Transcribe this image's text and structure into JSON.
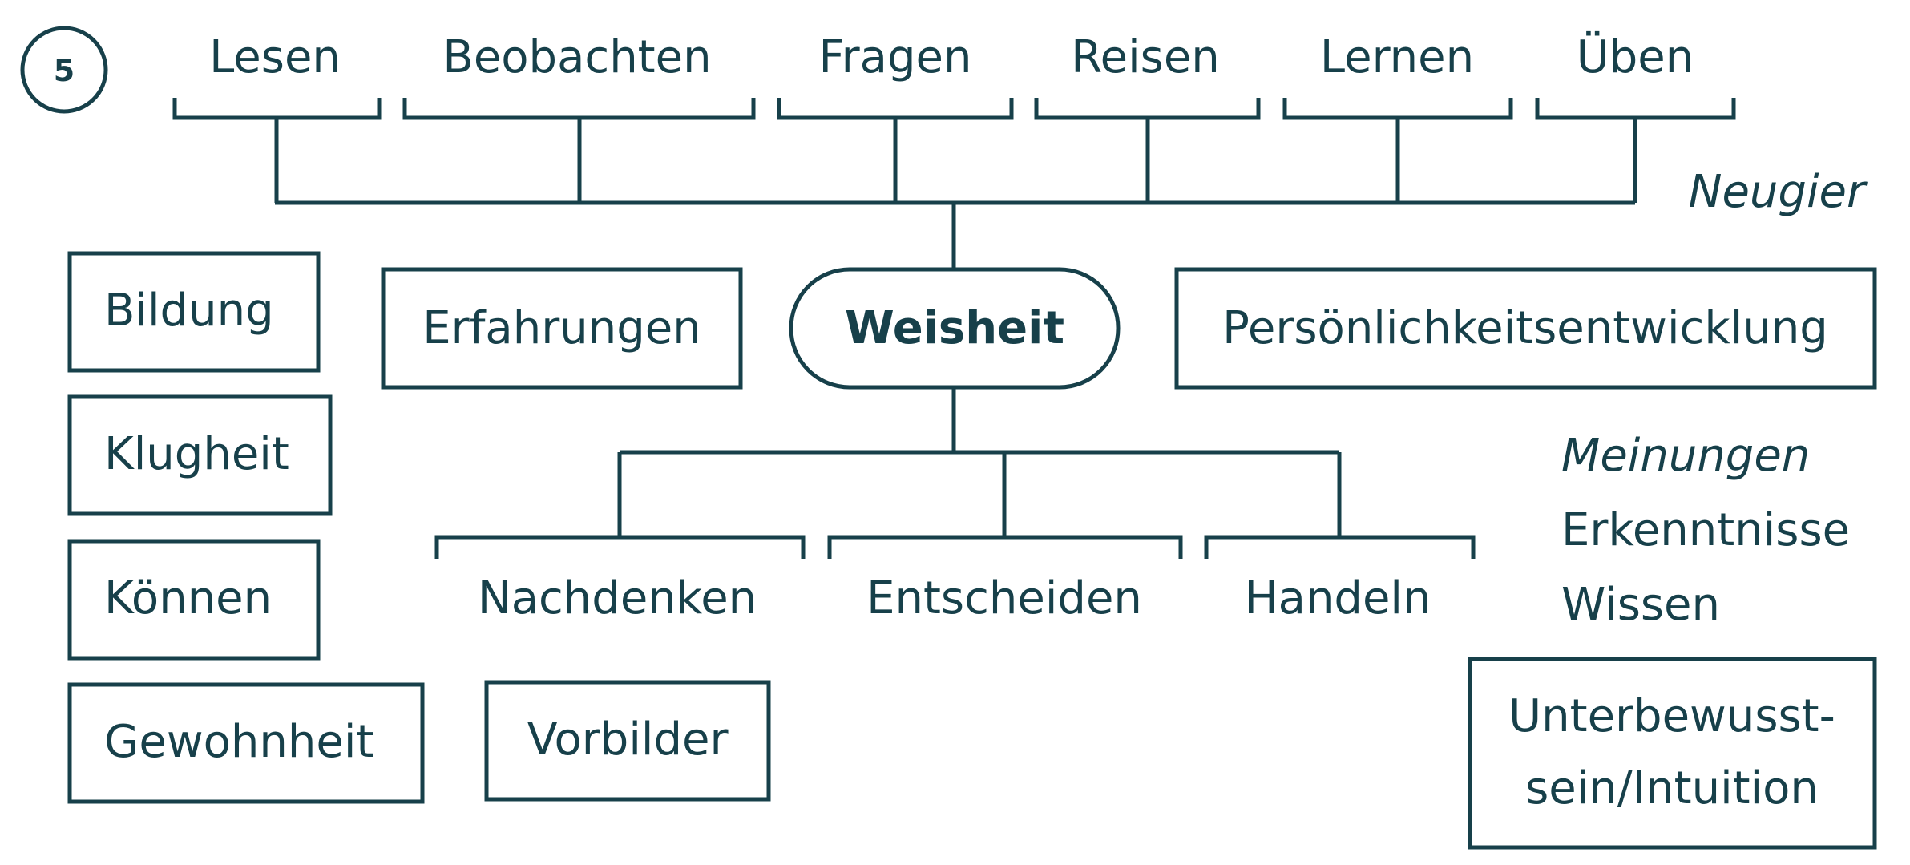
{
  "step_number": "5",
  "top_row": [
    "Lesen",
    "Beobachten",
    "Fragen",
    "Reisen",
    "Lernen",
    "Üben"
  ],
  "top_group_label": "Neugier",
  "center": "Weisheit",
  "middle_left": "Erfahrungen",
  "middle_right": "Persönlichkeitsentwicklung",
  "left_column": [
    "Bildung",
    "Klugheit",
    "Können",
    "Gewohnheit"
  ],
  "bottom_row": [
    "Nachdenken",
    "Entscheiden",
    "Handeln"
  ],
  "right_terms": [
    "Meinungen",
    "Erkenntnisse",
    "Wissen"
  ],
  "vorbilder": "Vorbilder",
  "intuition": [
    "Unterbewusst-",
    "sein/Intuition"
  ],
  "colors": {
    "ink": "#17404a",
    "background": "#ffffff"
  }
}
